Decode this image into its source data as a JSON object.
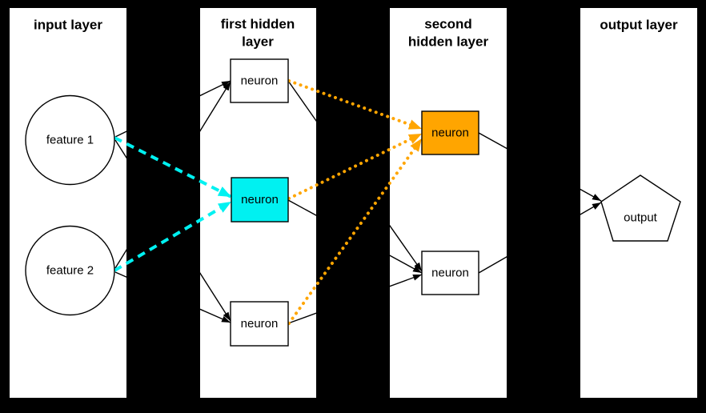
{
  "diagram_type": "neural-network-layer-diagram",
  "colors": {
    "background": "#000000",
    "panel_fill": "#ffffff",
    "edge_default": "#000000",
    "highlight_cyan": "#00F1F1",
    "highlight_orange": "#FFA500",
    "node_border": "#000000",
    "text": "#000000"
  },
  "panels": [
    {
      "name": "input layer",
      "title_lines": [
        "input layer"
      ]
    },
    {
      "name": "first hidden layer",
      "title_lines": [
        "first hidden",
        "layer"
      ]
    },
    {
      "name": "second hidden layer",
      "title_lines": [
        "second",
        "hidden layer"
      ]
    },
    {
      "name": "output layer",
      "title_lines": [
        "output layer"
      ]
    }
  ],
  "nodes": [
    {
      "id": "feature-1",
      "label": "feature 1",
      "shape": "circle",
      "layer": "input layer",
      "fill": "#ffffff"
    },
    {
      "id": "feature-2",
      "label": "feature 2",
      "shape": "circle",
      "layer": "input layer",
      "fill": "#ffffff"
    },
    {
      "id": "hidden1-top",
      "label": "neuron",
      "shape": "rect",
      "layer": "first hidden layer",
      "fill": "#ffffff"
    },
    {
      "id": "hidden1-middle",
      "label": "neuron",
      "shape": "rect",
      "layer": "first hidden layer",
      "fill": "#00F1F1",
      "highlighted": true
    },
    {
      "id": "hidden1-bottom",
      "label": "neuron",
      "shape": "rect",
      "layer": "first hidden layer",
      "fill": "#ffffff"
    },
    {
      "id": "hidden2-top",
      "label": "neuron",
      "shape": "rect",
      "layer": "second hidden layer",
      "fill": "#FFA500",
      "highlighted": true
    },
    {
      "id": "hidden2-bottom",
      "label": "neuron",
      "shape": "rect",
      "layer": "second hidden layer",
      "fill": "#ffffff"
    },
    {
      "id": "output",
      "label": "output",
      "shape": "pentagon",
      "layer": "output layer",
      "fill": "#ffffff"
    }
  ],
  "edges": [
    {
      "from": "feature-1",
      "to": "hidden1-top",
      "style": "solid-black"
    },
    {
      "from": "feature-1",
      "to": "hidden1-middle",
      "style": "dashed-cyan"
    },
    {
      "from": "feature-1",
      "to": "hidden1-bottom",
      "style": "solid-black"
    },
    {
      "from": "feature-2",
      "to": "hidden1-top",
      "style": "solid-black"
    },
    {
      "from": "feature-2",
      "to": "hidden1-middle",
      "style": "dashed-cyan"
    },
    {
      "from": "feature-2",
      "to": "hidden1-bottom",
      "style": "solid-black"
    },
    {
      "from": "hidden1-top",
      "to": "hidden2-top",
      "style": "dotted-orange"
    },
    {
      "from": "hidden1-top",
      "to": "hidden2-bottom",
      "style": "solid-black"
    },
    {
      "from": "hidden1-middle",
      "to": "hidden2-top",
      "style": "dotted-orange"
    },
    {
      "from": "hidden1-middle",
      "to": "hidden2-bottom",
      "style": "solid-black"
    },
    {
      "from": "hidden1-bottom",
      "to": "hidden2-top",
      "style": "dotted-orange"
    },
    {
      "from": "hidden1-bottom",
      "to": "hidden2-bottom",
      "style": "solid-black"
    },
    {
      "from": "hidden2-top",
      "to": "output",
      "style": "solid-black"
    },
    {
      "from": "hidden2-bottom",
      "to": "output",
      "style": "solid-black"
    }
  ]
}
